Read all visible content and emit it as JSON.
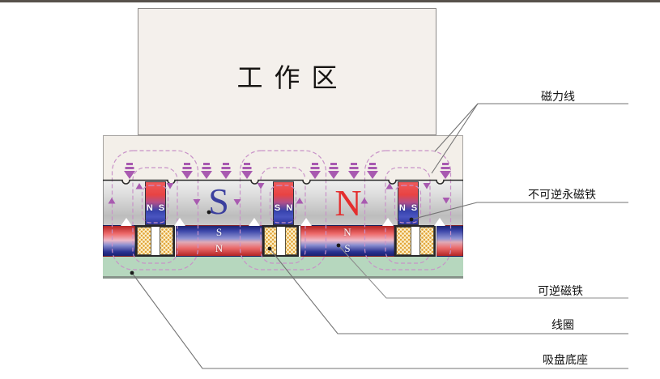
{
  "diagram": {
    "workpiece_label": "工作区",
    "callouts": {
      "field_lines": "磁力线",
      "irreversible_magnet": "不可逆永磁铁",
      "reversible_magnet": "可逆磁铁",
      "coil": "线圈",
      "chuck_base": "吸盘底座"
    },
    "pole_labels": {
      "south": "S",
      "north": "N"
    },
    "vertical_magnets": [
      {
        "left": "N",
        "right": "S"
      },
      {
        "left": "S",
        "right": "N"
      },
      {
        "left": "N",
        "right": "S"
      }
    ],
    "reversible_magnets": [
      {
        "top": "S",
        "bottom": "N"
      },
      {
        "top": "N",
        "bottom": "S"
      }
    ],
    "colors": {
      "north_red": "#e42e2e",
      "south_blue": "#3b3f9e",
      "flux_arrow_purple": "#a85ab0",
      "flux_dash_purple": "#c892c8",
      "base_green": "#b6d7be",
      "coil_cream": "#fdf4d4",
      "coil_hatch_orange": "#e0a030",
      "top_rule": "#57514b"
    }
  }
}
